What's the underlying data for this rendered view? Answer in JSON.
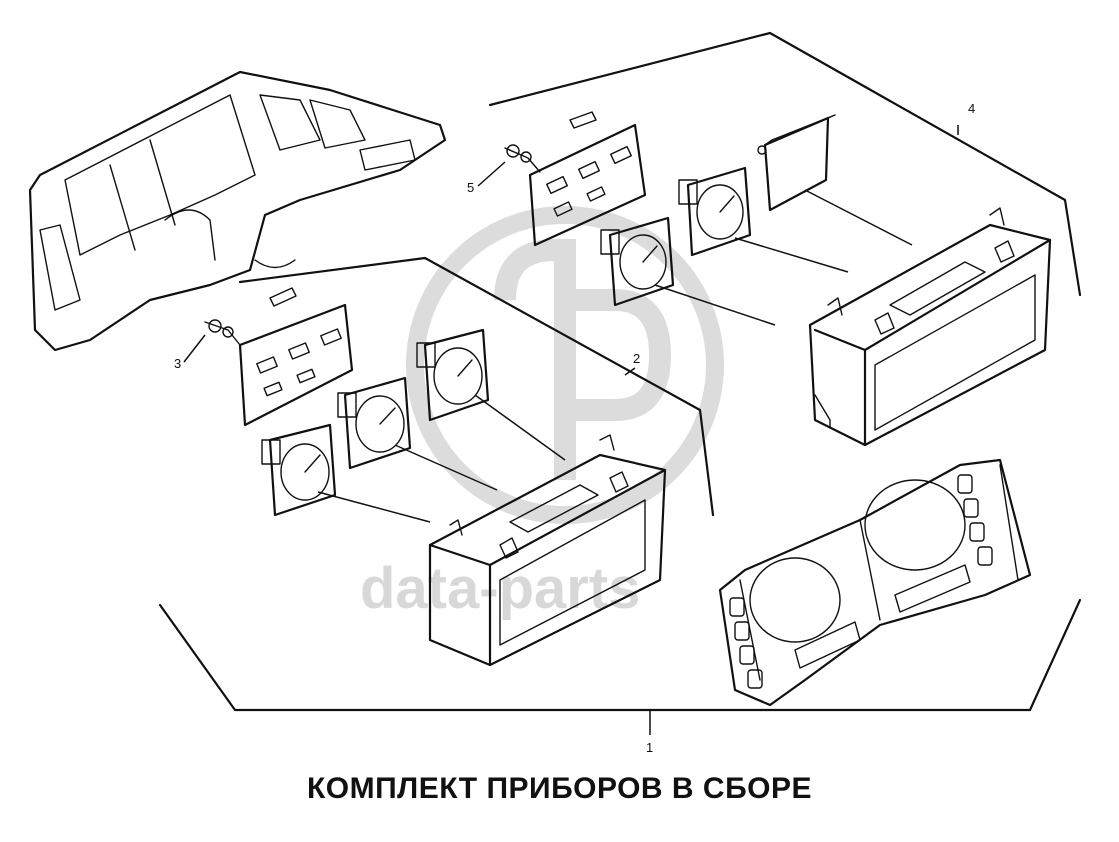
{
  "title": "КОМПЛЕКТ ПРИБОРОВ В СБОРЕ",
  "watermark": {
    "text": "data-parts"
  },
  "callouts": {
    "c1": "1",
    "c2": "2",
    "c3": "3",
    "c4": "4",
    "c5": "5"
  }
}
